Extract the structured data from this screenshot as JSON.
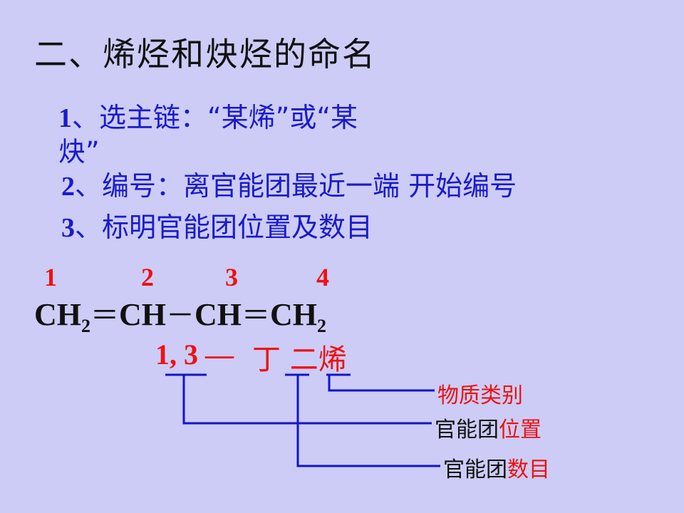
{
  "title": "二、烯烃和炔烃的命名",
  "rules": {
    "r1_num": "1",
    "r1_text_a": "、选主链：“某烯”或“某",
    "r1_text_b": "炔”",
    "r2_num": "2",
    "r2_text": "、编号：离官能团最近一端 开始编号",
    "r3_num": "3",
    "r3_text": "、标明官能团位置及数目"
  },
  "carbon_numbers": [
    "1",
    "2",
    "3",
    "4"
  ],
  "formula": {
    "c1": "CH",
    "c1_sub": "2",
    "bond1": "＝",
    "c2": "CH",
    "bond2": "－",
    "c3": "CH",
    "bond3": "＝",
    "c4": "CH",
    "c4_sub": "2"
  },
  "compound_name": {
    "positions": "1, 3",
    "dash": "—",
    "words": "丁 二烯"
  },
  "labels": {
    "category": "物质类别",
    "position_prefix": "官能团",
    "position_suffix": "位置",
    "count_prefix": "官能团",
    "count_suffix": "数目"
  },
  "colors": {
    "background": "#ccccf6",
    "rule_text": "#1a1acc",
    "highlight": "#ee1111",
    "bracket_line": "#1414cc"
  }
}
